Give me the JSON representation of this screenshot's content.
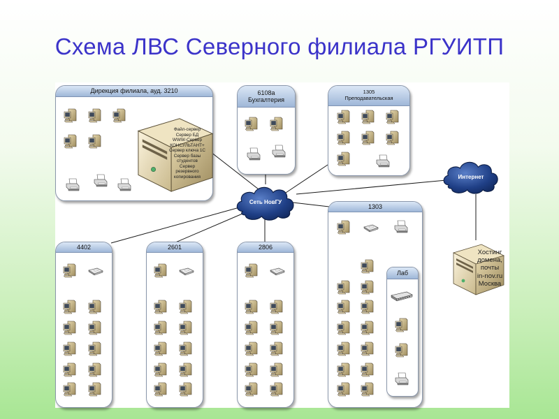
{
  "slide": {
    "title": "Схема ЛВС Северного филиала РГУИТП"
  },
  "groups": {
    "direction": {
      "title": "Дирекция филиала, ауд. 3210"
    },
    "acc": {
      "title_line1": "6108а",
      "title_line2": "Бухгалтерия"
    },
    "teachers": {
      "title_line1": "1305",
      "title_line2": "Преподавательская"
    },
    "r1303": {
      "title": "1303"
    },
    "lab": {
      "title": "Лаб"
    },
    "r4402": {
      "title": "4402"
    },
    "r2601": {
      "title": "2601"
    },
    "r2806": {
      "title": "2806"
    }
  },
  "server": {
    "lines": [
      "Файл-сервер",
      "Сервер БД",
      "WWW-Сервер",
      "КОНСУЛЬТАНТ+",
      "Сервер ключа 1С",
      "Сервер базы",
      "студентов",
      "Сервер",
      "резервного",
      "копирования"
    ]
  },
  "clouds": {
    "campus": {
      "label": "Сеть НовГУ"
    },
    "internet": {
      "label": "Интернет"
    }
  },
  "hosting": {
    "lines": [
      "Хостинг",
      "домена,",
      "почты",
      "in-nov.ru",
      "Москва"
    ]
  },
  "icons": {
    "computer": "computer-icon",
    "printer": "printer-icon",
    "scanner": "scanner-icon",
    "switch": "network-switch-icon",
    "server": "server-icon",
    "cloud": "cloud-icon"
  },
  "colors": {
    "title": "#3b33c9",
    "header_gradient_top": "#dbe7f6",
    "header_gradient_bottom": "#9fb7d8",
    "cloud": "#1b3a7a",
    "background_bottom": "#a8e694"
  }
}
